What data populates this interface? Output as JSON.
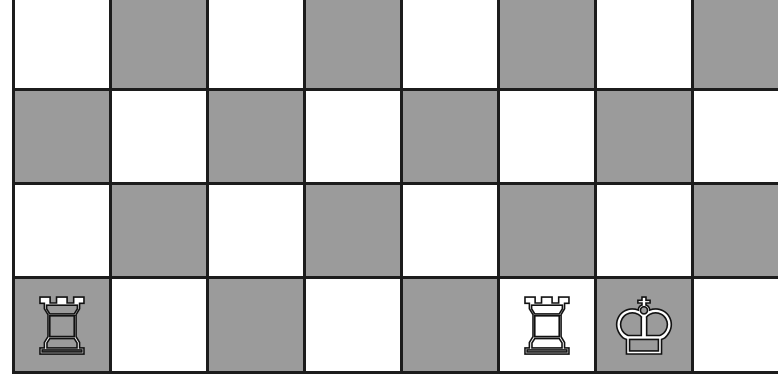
{
  "board": {
    "light_color": "#ffffff",
    "dark_color": "#9b9b9b",
    "grid_color": "#1c1c1c",
    "rows": [
      [
        {
          "shade": "light",
          "piece": null
        },
        {
          "shade": "dark",
          "piece": null
        },
        {
          "shade": "light",
          "piece": null
        },
        {
          "shade": "dark",
          "piece": null
        },
        {
          "shade": "light",
          "piece": null
        },
        {
          "shade": "dark",
          "piece": null
        },
        {
          "shade": "light",
          "piece": null
        },
        {
          "shade": "dark",
          "piece": null
        }
      ],
      [
        {
          "shade": "dark",
          "piece": null
        },
        {
          "shade": "light",
          "piece": null
        },
        {
          "shade": "dark",
          "piece": null
        },
        {
          "shade": "light",
          "piece": null
        },
        {
          "shade": "dark",
          "piece": null
        },
        {
          "shade": "light",
          "piece": null
        },
        {
          "shade": "dark",
          "piece": null
        },
        {
          "shade": "light",
          "piece": null
        }
      ],
      [
        {
          "shade": "light",
          "piece": null
        },
        {
          "shade": "dark",
          "piece": null
        },
        {
          "shade": "light",
          "piece": null
        },
        {
          "shade": "dark",
          "piece": null
        },
        {
          "shade": "light",
          "piece": null
        },
        {
          "shade": "dark",
          "piece": null
        },
        {
          "shade": "light",
          "piece": null
        },
        {
          "shade": "dark",
          "piece": null
        }
      ],
      [
        {
          "shade": "dark",
          "piece": {
            "type": "rook",
            "color": "white",
            "glyph": "♖"
          }
        },
        {
          "shade": "light",
          "piece": null
        },
        {
          "shade": "dark",
          "piece": null
        },
        {
          "shade": "light",
          "piece": null
        },
        {
          "shade": "dark",
          "piece": null
        },
        {
          "shade": "light",
          "piece": {
            "type": "rook",
            "color": "white",
            "glyph": "♖"
          }
        },
        {
          "shade": "dark",
          "piece": {
            "type": "king",
            "color": "white",
            "glyph": "♔"
          }
        },
        {
          "shade": "light",
          "piece": null
        }
      ]
    ]
  }
}
